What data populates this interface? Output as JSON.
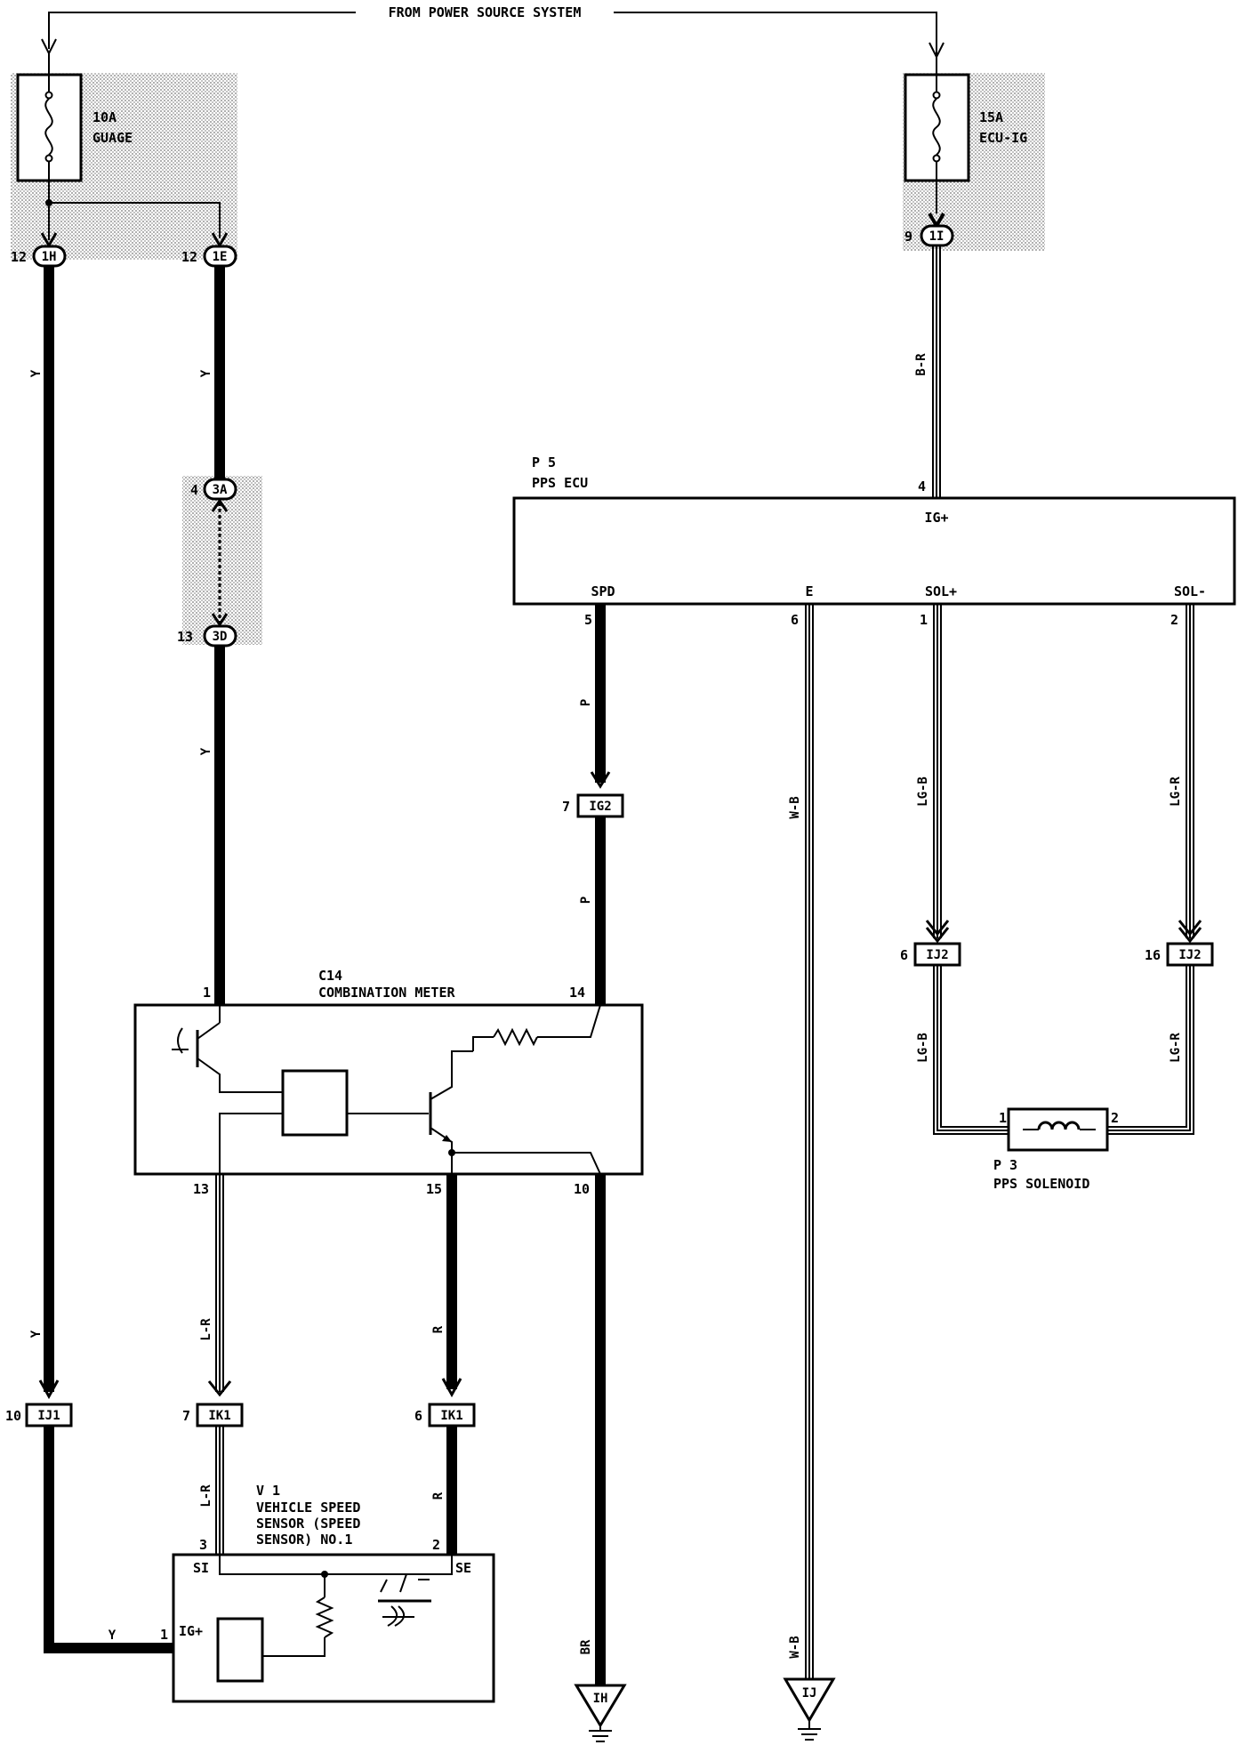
{
  "header": {
    "power_source": "FROM POWER SOURCE SYSTEM"
  },
  "fuses": {
    "gauge": {
      "rating": "10A",
      "name": "GUAGE"
    },
    "ecu_ig": {
      "rating": "15A",
      "name": "ECU-IG"
    }
  },
  "connectors": {
    "c_1h": {
      "id": "1H",
      "pin": "12"
    },
    "c_1e": {
      "id": "1E",
      "pin": "12"
    },
    "c_1i": {
      "id": "1I",
      "pin": "9"
    },
    "c_3a": {
      "id": "3A",
      "pin": "4"
    },
    "c_3d": {
      "id": "3D",
      "pin": "13"
    },
    "c_ig2": {
      "id": "IG2",
      "pin": "7"
    },
    "c_ij2a": {
      "id": "IJ2",
      "pin": "6"
    },
    "c_ij2b": {
      "id": "IJ2",
      "pin": "16"
    },
    "c_ij1": {
      "id": "IJ1",
      "pin": "10"
    },
    "c_ik1a": {
      "id": "IK1",
      "pin": "7"
    },
    "c_ik1b": {
      "id": "IK1",
      "pin": "6"
    }
  },
  "grounds": {
    "ih": "IH",
    "ij": "IJ"
  },
  "ecu": {
    "code": "P 5",
    "name": "PPS ECU",
    "terminals": {
      "igp": {
        "label": "IG+",
        "pin": "4"
      },
      "spd": {
        "label": "SPD",
        "pin": "5"
      },
      "e": {
        "label": "E",
        "pin": "6"
      },
      "solp": {
        "label": "SOL+",
        "pin": "1"
      },
      "solm": {
        "label": "SOL-",
        "pin": "2"
      }
    }
  },
  "meter": {
    "code": "C14",
    "name": "COMBINATION METER",
    "pins": {
      "p1": "1",
      "p14": "14",
      "p13": "13",
      "p15": "15",
      "p10": "10"
    }
  },
  "solenoid": {
    "code": "P 3",
    "name": "PPS SOLENOID",
    "pin1": "1",
    "pin2": "2"
  },
  "sensor": {
    "code": "V 1",
    "line1": "VEHICLE SPEED",
    "line2": "SENSOR (SPEED",
    "line3": "SENSOR) NO.1",
    "terminals": {
      "si": {
        "label": "SI",
        "pin": "3"
      },
      "se": {
        "label": "SE",
        "pin": "2"
      },
      "igp": {
        "label": "IG+",
        "pin": "1"
      }
    }
  },
  "wire_colors": {
    "y": "Y",
    "br": "B-R",
    "p": "P",
    "wb": "W-B",
    "lgb": "LG-B",
    "lgr": "LG-R",
    "lr": "L-R",
    "r": "R",
    "brn": "BR"
  }
}
